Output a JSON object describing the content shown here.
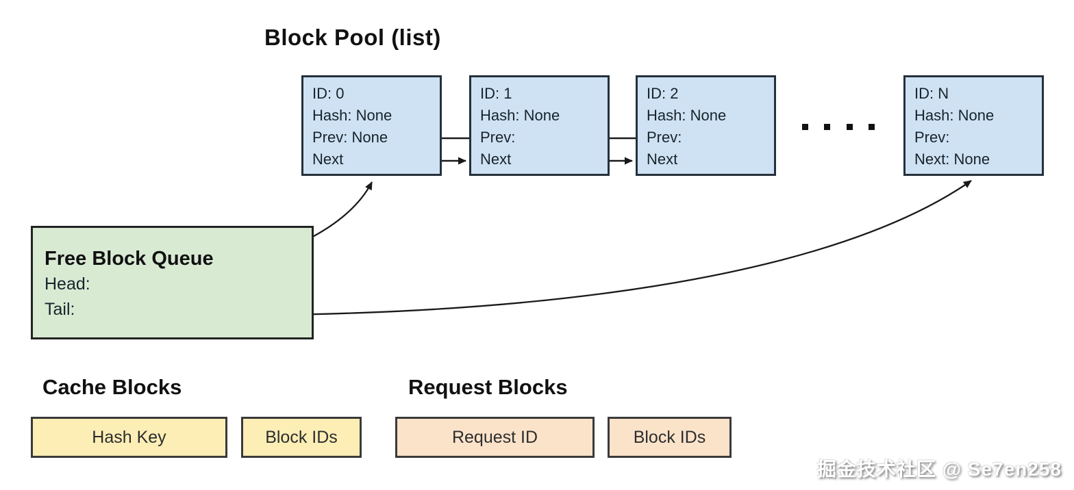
{
  "pool": {
    "title": "Block Pool (list)",
    "nodes": [
      {
        "id": "ID: 0",
        "hash": "Hash: None",
        "prev": "Prev: None",
        "next": "Next"
      },
      {
        "id": "ID: 1",
        "hash": "Hash: None",
        "prev": "Prev:",
        "next": "Next"
      },
      {
        "id": "ID: 2",
        "hash": "Hash: None",
        "prev": "Prev:",
        "next": "Next"
      },
      {
        "id": "ID: N",
        "hash": "Hash: None",
        "prev": "Prev:",
        "next": "Next: None"
      }
    ],
    "ellipsis_dot_count": 4
  },
  "queue": {
    "title": "Free Block Queue",
    "head_label": "Head:",
    "tail_label": "Tail:"
  },
  "cache": {
    "title": "Cache Blocks",
    "items": [
      "Hash Key",
      "Block IDs"
    ]
  },
  "request": {
    "title": "Request Blocks",
    "items": [
      "Request ID",
      "Block IDs"
    ]
  },
  "watermark": {
    "text": "掘金技术社区 @ Se7en258"
  },
  "colors": {
    "node_fill": "#cfe2f3",
    "queue_fill": "#d9ead3",
    "cache_fill": "#fceeb5",
    "request_fill": "#fbe3ca",
    "line": "#1a1a1a"
  }
}
